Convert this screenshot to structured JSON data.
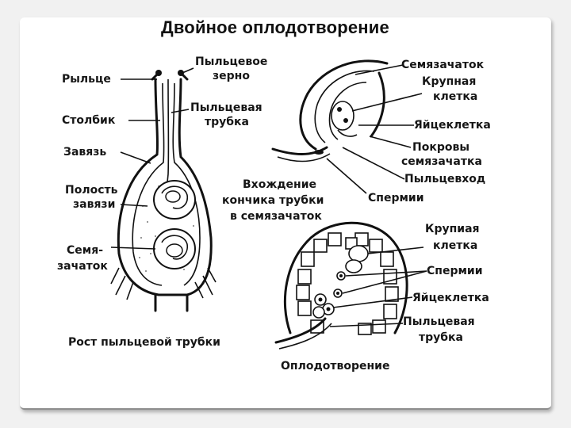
{
  "slide": {
    "title": "Двойное оплодотворение"
  },
  "left_figure": {
    "stigma": "Рыльце",
    "pollen_grain_1": "Пыльцевое",
    "pollen_grain_2": "зерно",
    "pollen_tube_1": "Пыльцевая",
    "pollen_tube_2": "трубка",
    "style": "Столбик",
    "ovary": "Завязь",
    "ovary_cavity_1": "Полость",
    "ovary_cavity_2": "завязи",
    "ovule_1": "Семя-",
    "ovule_2": "зачаток",
    "caption": "Рост пыльцевой трубки"
  },
  "top_right_figure": {
    "ovule": "Семязачаток",
    "large_cell_1": "Крупная",
    "large_cell_2": "клетка",
    "egg_cell": "Яйцеклетка",
    "integuments_1": "Покровы",
    "integuments_2": "семязачатка",
    "micropyle": "Пыльцевход",
    "sperm": "Спермии",
    "tube_entry_1": "Вхождение",
    "tube_entry_2": "кончика трубки",
    "tube_entry_3": "в семязачаток"
  },
  "bottom_right_figure": {
    "large_cell_1": "Крупиая",
    "large_cell_2": "клетка",
    "sperm": "Спермии",
    "egg_cell": "Яйцеклетка",
    "pollen_tube_1": "Пыльцевая",
    "pollen_tube_2": "трубка",
    "caption": "Оплодотворение"
  }
}
